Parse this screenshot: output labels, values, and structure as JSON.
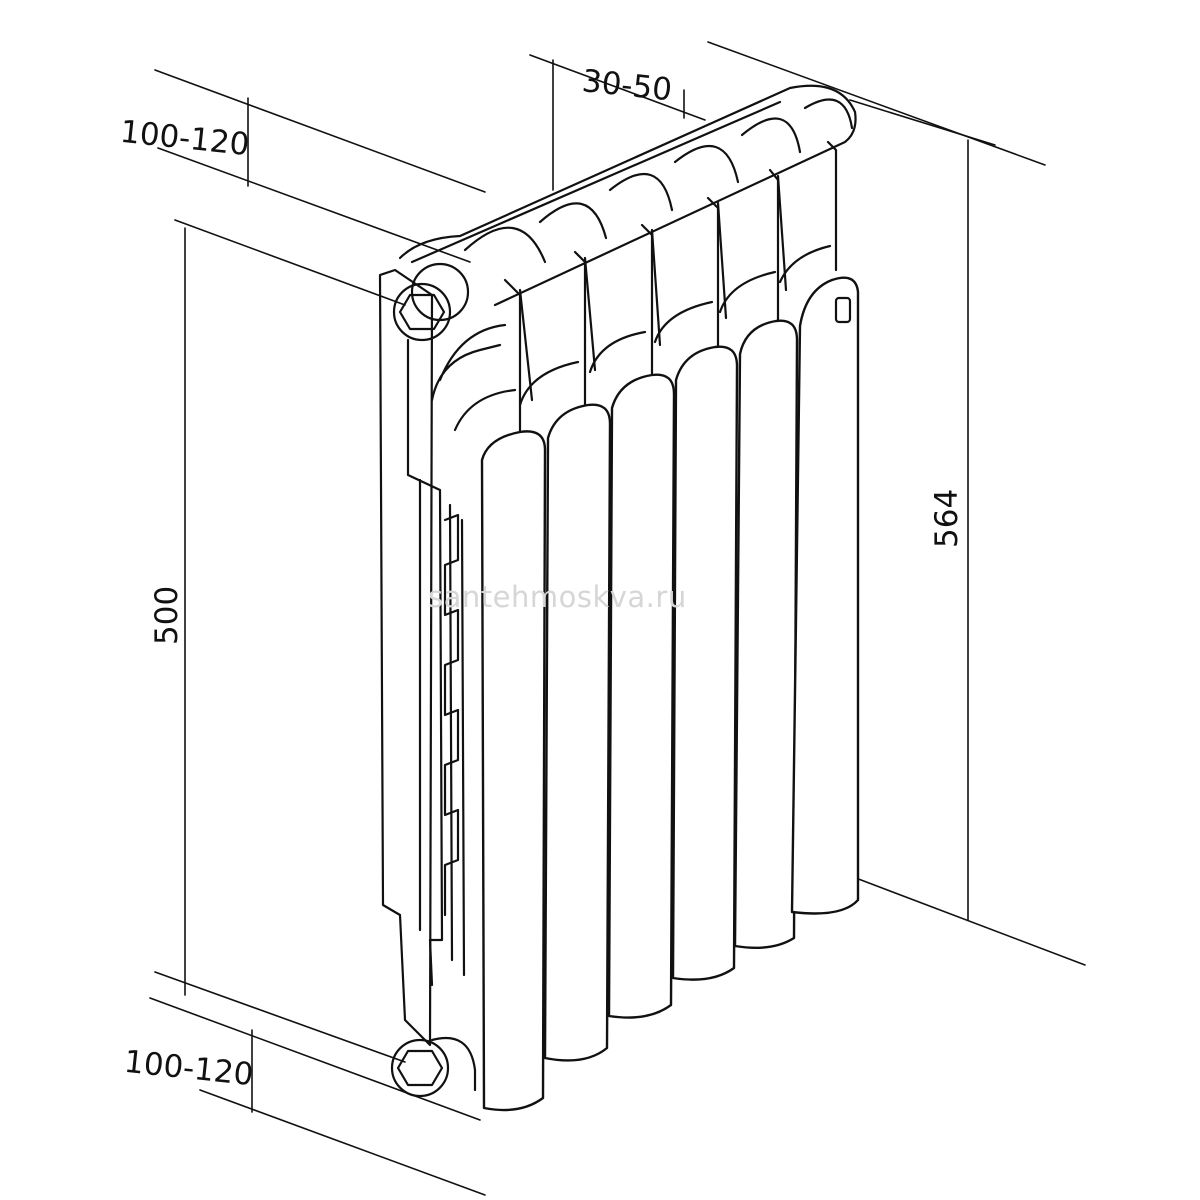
{
  "dimensions": {
    "top_depth": "100-120",
    "bottom_depth": "100-120",
    "wall_gap": "30-50",
    "axis_distance": "500",
    "total_height": "564"
  },
  "watermark": "santehmoskva.ru",
  "radiator": {
    "sections": 6,
    "line_color": "#111111",
    "background": "#ffffff"
  }
}
